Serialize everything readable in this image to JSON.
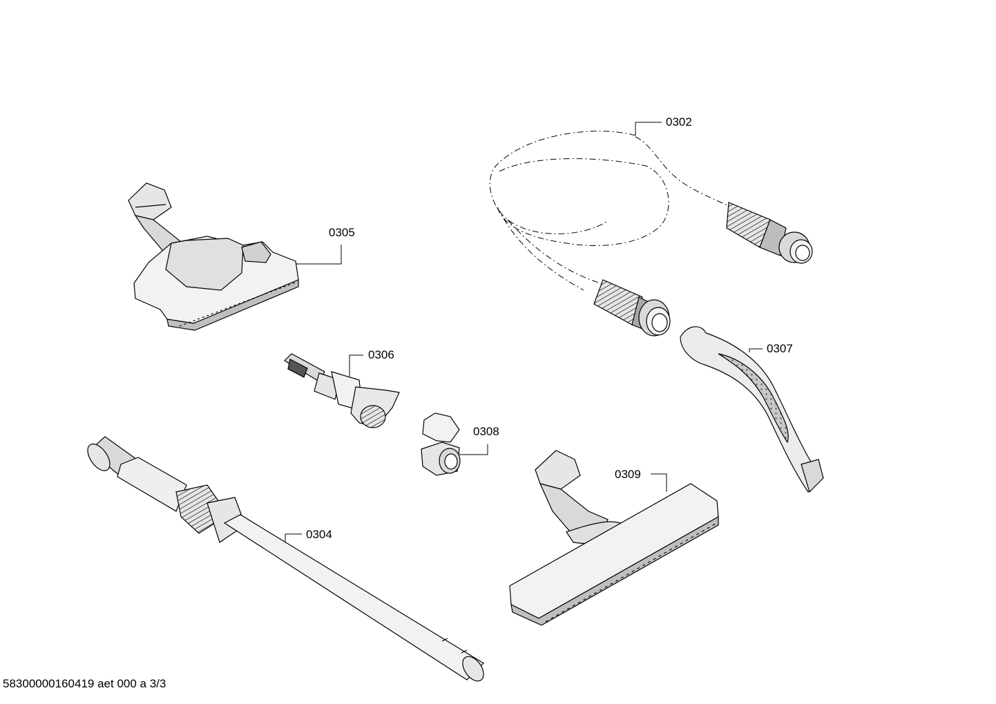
{
  "parts": [
    {
      "id": "hose",
      "callout": "0302"
    },
    {
      "id": "telescopic-tube",
      "callout": "0304"
    },
    {
      "id": "floor-nozzle",
      "callout": "0305"
    },
    {
      "id": "upholstery-tool",
      "callout": "0306"
    },
    {
      "id": "handle",
      "callout": "0307"
    },
    {
      "id": "tool-clip",
      "callout": "0308"
    },
    {
      "id": "parquet-nozzle",
      "callout": "0309"
    }
  ],
  "footer": {
    "doc_ref": "58300000160419 aet 000 a 3/3"
  },
  "colors": {
    "line": "#000000",
    "fill_light": "#f2f2f2",
    "fill_mid": "#d9d9d9",
    "fill_dark": "#a8a8a8",
    "background": "#ffffff"
  }
}
